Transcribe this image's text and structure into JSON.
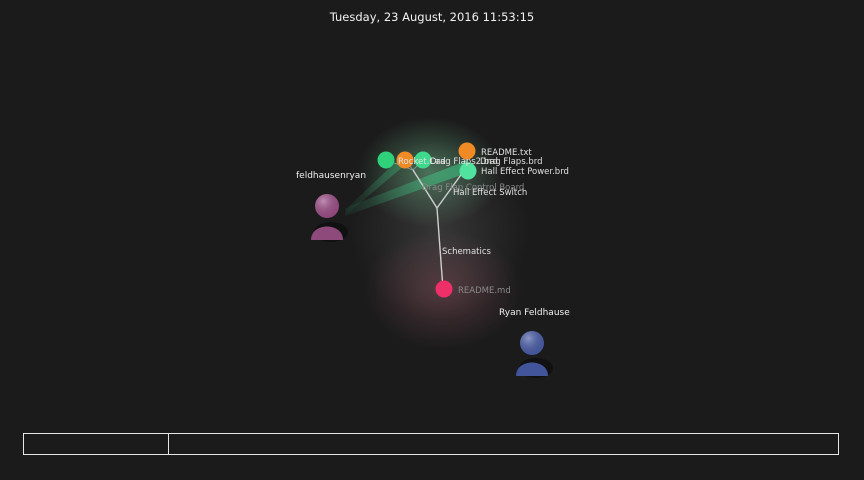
{
  "header": {
    "timestamp": "Tuesday, 23 August, 2016 11:53:15"
  },
  "directories": [
    {
      "name": "Drag Flap Control Board",
      "dim": true
    },
    {
      "name": "Hall Effect Switch",
      "dim": false
    },
    {
      "name": "Schematics",
      "dim": false
    }
  ],
  "files": [
    {
      "name": "Rocket.Cad",
      "color": "#2fd27a"
    },
    {
      "name": "Drag Flaps2.brd",
      "color": "#ef8a25"
    },
    {
      "name": "Drag Flaps.brd",
      "color": "#3fd98e"
    },
    {
      "name": "README.txt",
      "color": "#ef8a25"
    },
    {
      "name": "Hall Effect Power.brd",
      "color": "#50e3a0"
    },
    {
      "name": "README.md",
      "color": "#ef2f68"
    }
  ],
  "users": [
    {
      "name": "feldhausenryan",
      "color": "#a0508a"
    },
    {
      "name": "Ryan Feldhause",
      "color": "#4b5fab"
    }
  ],
  "colors": {
    "background": "#1b1b1b",
    "edge": "#cfcfcf"
  }
}
